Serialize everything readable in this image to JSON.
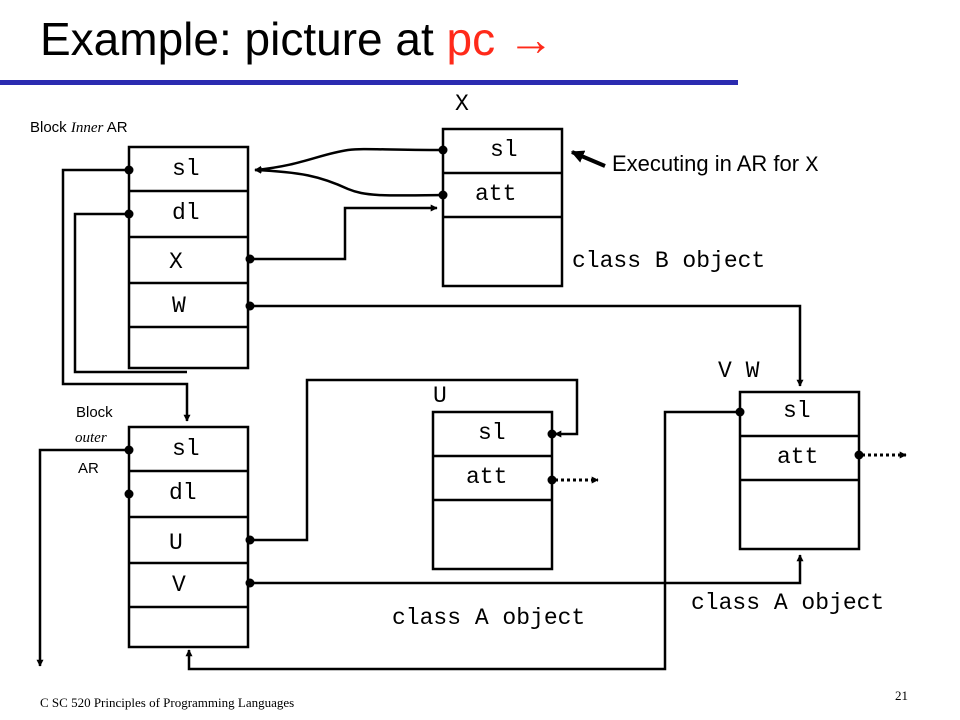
{
  "title": {
    "main": "Example: picture at ",
    "accent": "pc",
    "arrow_glyph": "→",
    "accent_color": "#ff2a1a",
    "rule_color": "#2b2bb0"
  },
  "inner_ar": {
    "label_block": "Block",
    "label_name": "Inner",
    "label_ar": "AR",
    "cells": [
      "sl",
      "dl",
      "X",
      "W"
    ]
  },
  "outer_ar": {
    "label_block": "Block",
    "label_name": "outer",
    "label_ar": "AR",
    "cells": [
      "sl",
      "dl",
      "U",
      "V"
    ]
  },
  "object_x": {
    "name": "X",
    "cells": [
      "sl",
      "att"
    ],
    "caption": "class B object",
    "note": "Executing in AR for ",
    "note_code": "X"
  },
  "object_u": {
    "name": "U",
    "cells": [
      "sl",
      "att"
    ],
    "caption": "class A object"
  },
  "object_vw": {
    "name": "V W",
    "cells": [
      "sl",
      "att"
    ],
    "caption": "class A object"
  },
  "footer": {
    "course": "C SC 520 Principles of Programming Languages",
    "page_number": "21"
  }
}
